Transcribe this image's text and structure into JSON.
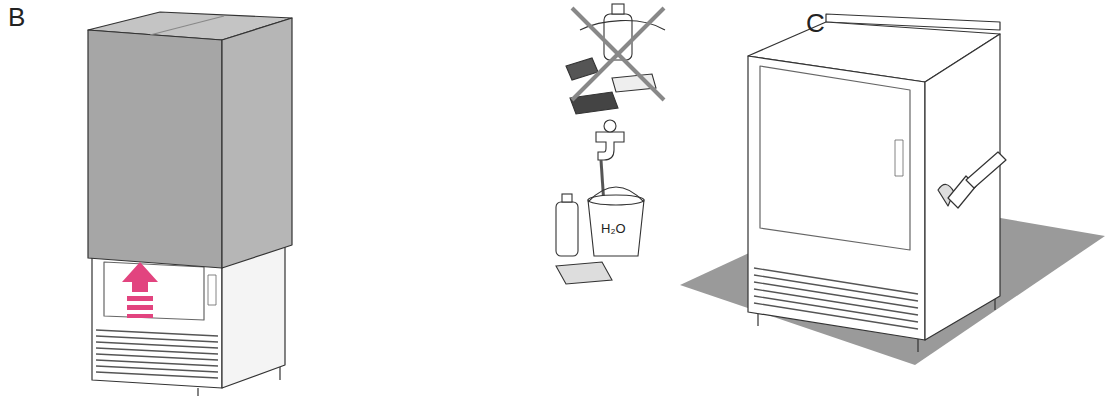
{
  "diagram": {
    "labels": [
      "B",
      "C",
      "H₂O"
    ]
  }
}
